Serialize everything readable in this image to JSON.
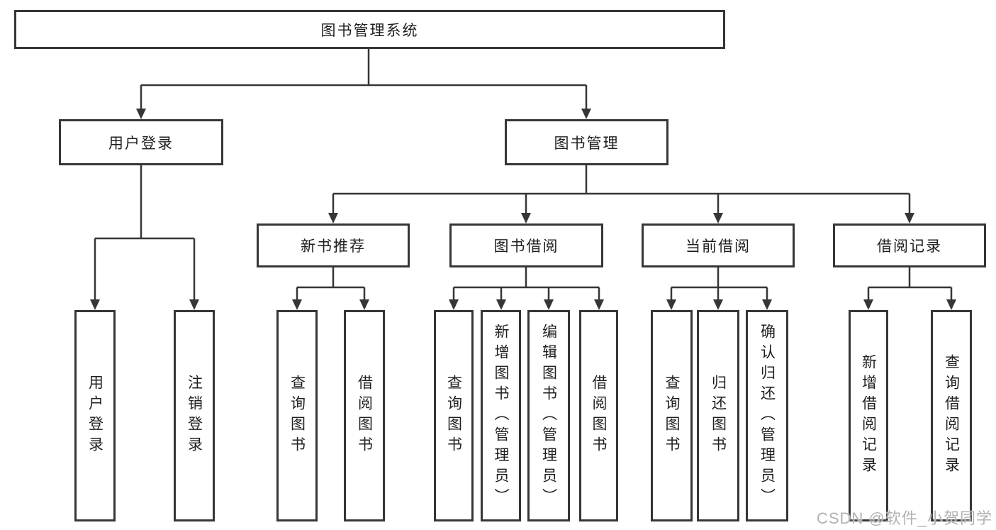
{
  "colors": {
    "line": "#363636",
    "box_border": "#363636",
    "text": "#1f1f1f",
    "watermark": "#b2b2b2",
    "background": "#ffffff"
  },
  "watermark": {
    "text": "CSDN @软件_小贺同学"
  },
  "tree": {
    "root": "图书管理系统",
    "level2": [
      "用户登录",
      "图书管理"
    ],
    "level3": [
      "新书推荐",
      "图书借阅",
      "当前借阅",
      "借阅记录"
    ],
    "leaves": {
      "user_login": [
        "用户登录",
        "注销登录"
      ],
      "new_book_recommend": [
        "查询图书",
        "借阅图书"
      ],
      "book_borrow": [
        "查询图书",
        "新增图书（管理员）",
        "编辑图书（管理员）",
        "借阅图书"
      ],
      "current_borrow": [
        "查询图书",
        "归还图书",
        "确认归还（管理员）"
      ],
      "borrow_records": [
        "新增借阅记录",
        "查询借阅记录"
      ]
    }
  }
}
